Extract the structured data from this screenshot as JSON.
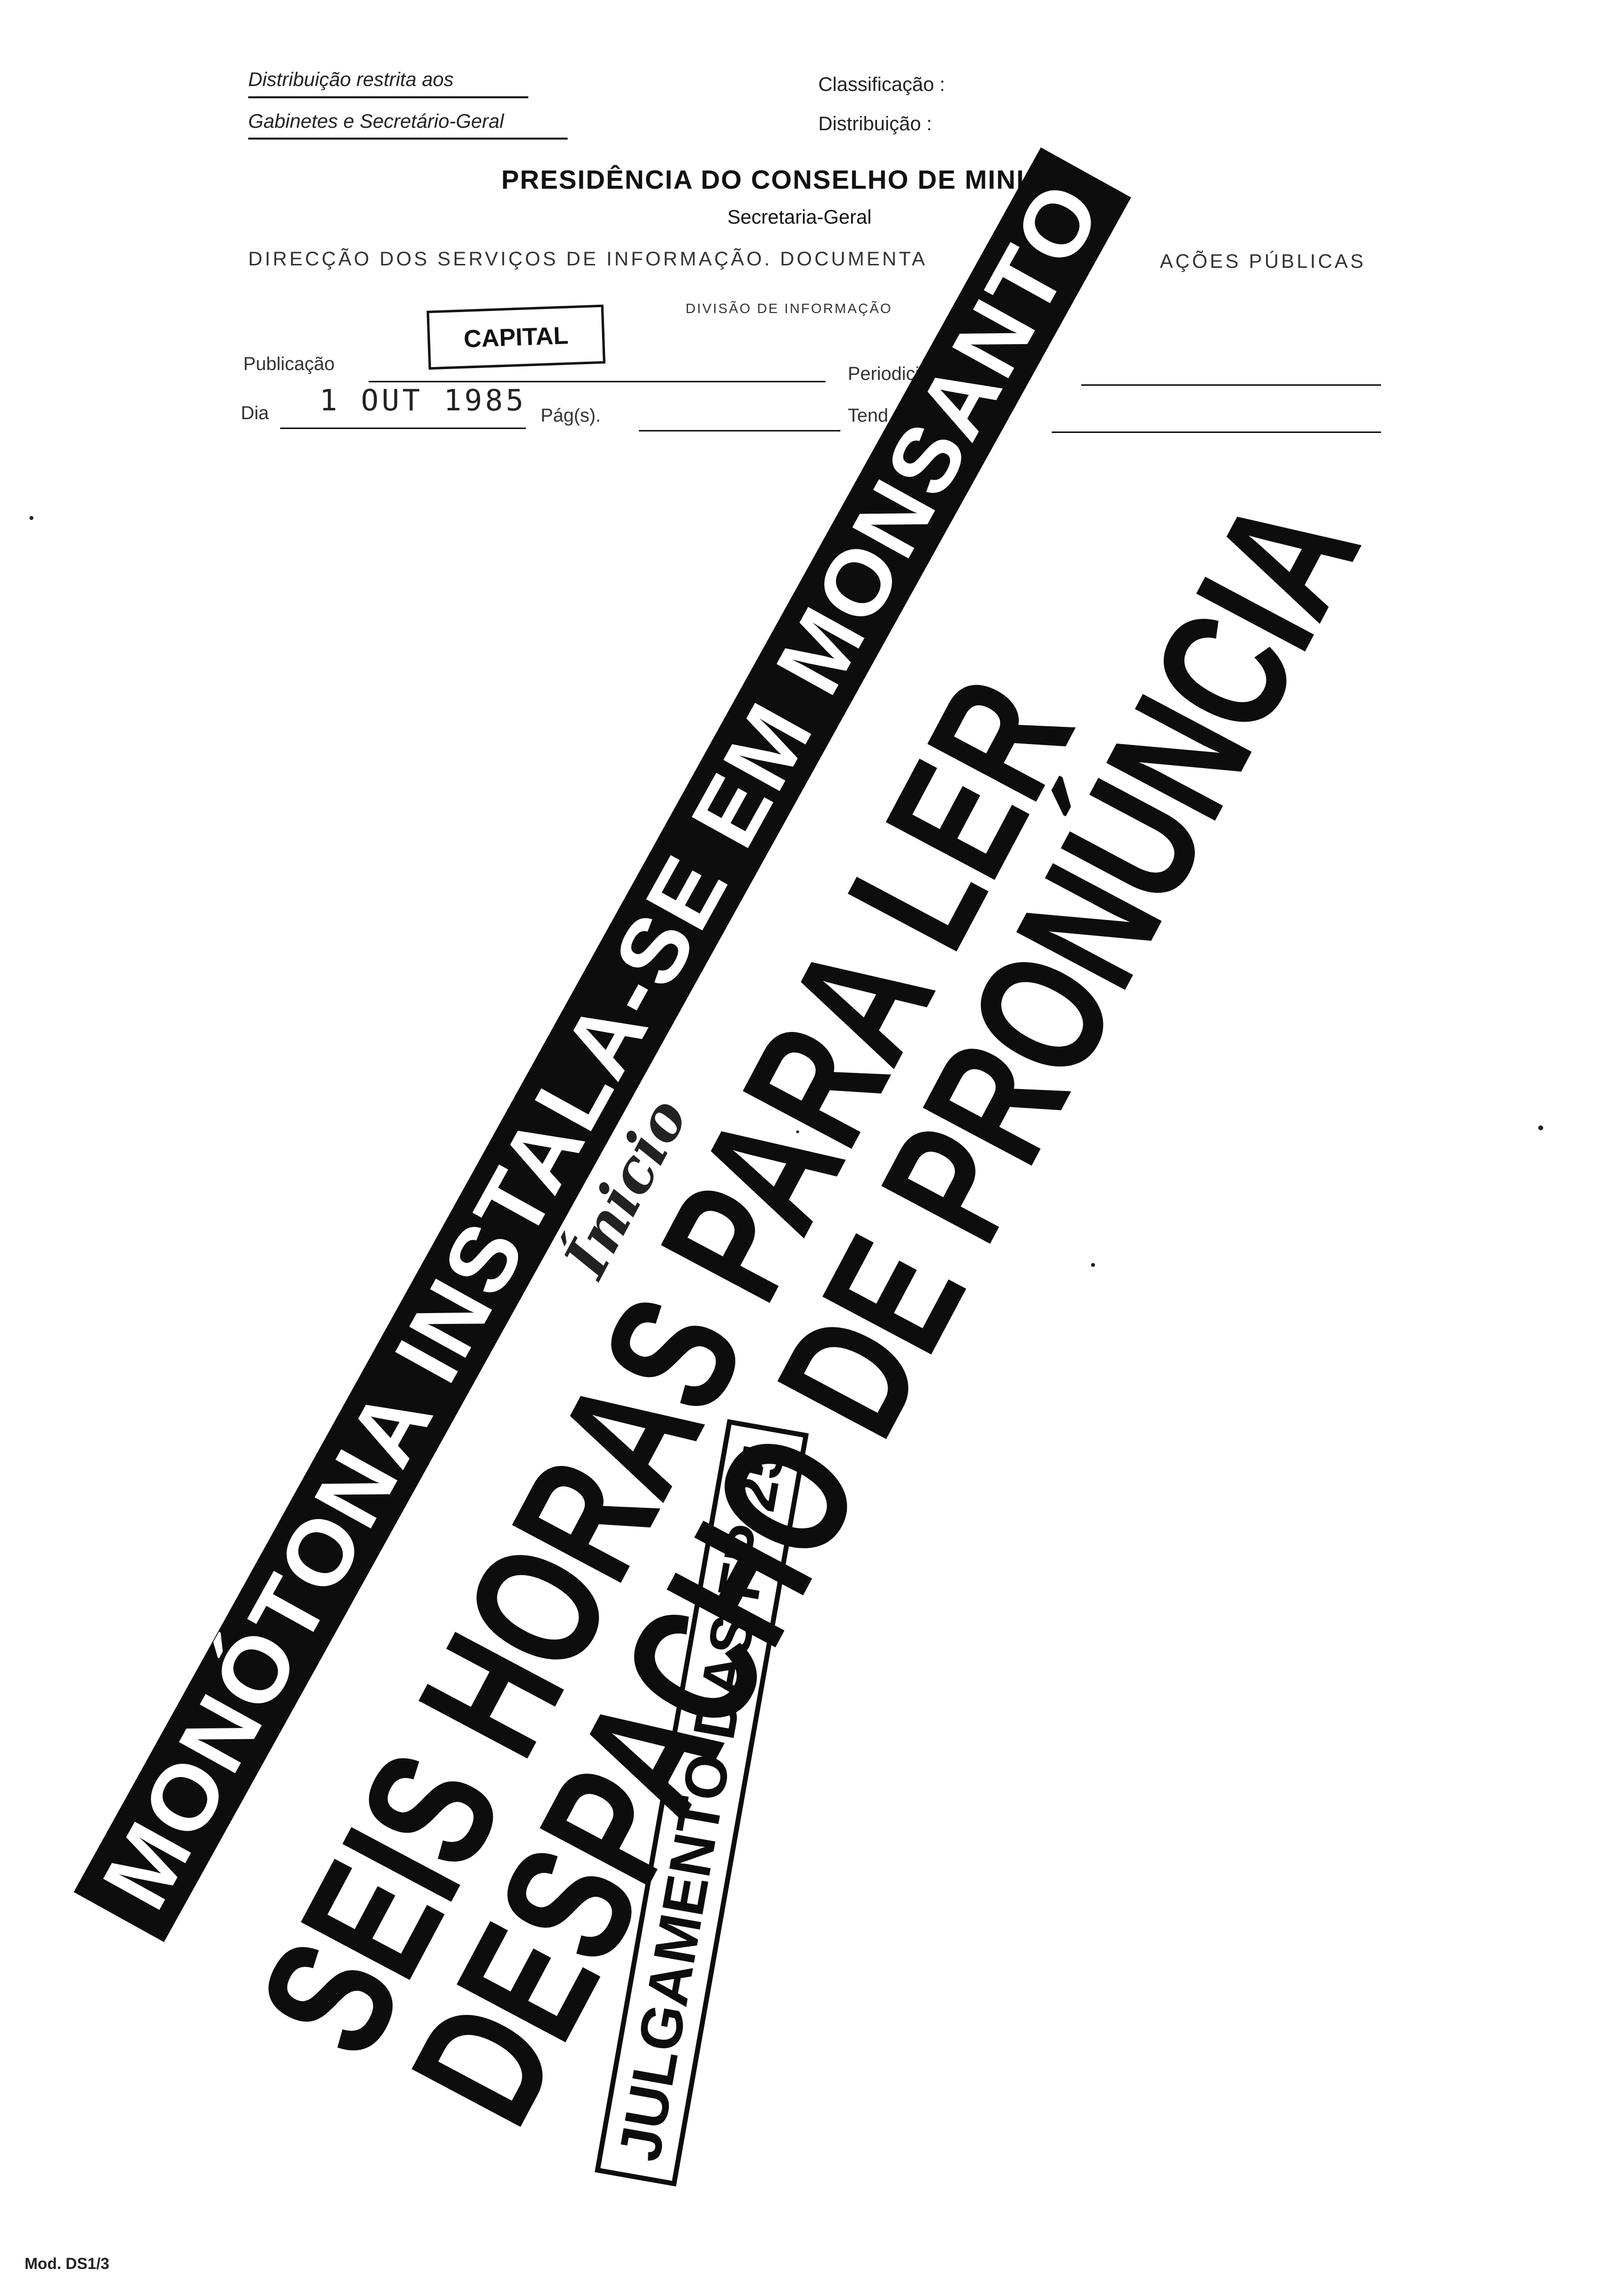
{
  "header": {
    "distribution_line1": "Distribuição restrita aos",
    "distribution_line2": "Gabinetes e Secretário-Geral",
    "classification_label": "Classificação :",
    "distribution_label": "Distribuição :",
    "title": "PRESIDÊNCIA DO CONSELHO DE MINIS",
    "subtitle": "Secretaria-Geral",
    "directorate_left": "DIRECÇÃO DOS SERVIÇOS DE INFORMAÇÃO. DOCUMENTA",
    "directorate_right": "AÇÕES PÚBLICAS",
    "division": "DIVISÃO DE INFORMAÇÃO"
  },
  "form": {
    "publication_label": "Publicação",
    "publication_stamp": "CAPITAL",
    "periodicity_label": "Periodici",
    "day_label": "Dia",
    "date_value": "1 OUT 1985",
    "pages_label": "Pág(s).",
    "tendency_label": "Tend"
  },
  "clipping": {
    "banner_top": "MONÓTONA INSTALA-SE EM MONSANTO",
    "headline_line1": "SEIS HORAS PARA LER",
    "headline_line2": "DESPACHO DE PRONÚNCIA",
    "boxed_tag": "JULGAMENTO DAS FP 25",
    "handwritten_note": "Ínicio"
  },
  "footer": {
    "model_code": "Mod. DS1/3"
  }
}
